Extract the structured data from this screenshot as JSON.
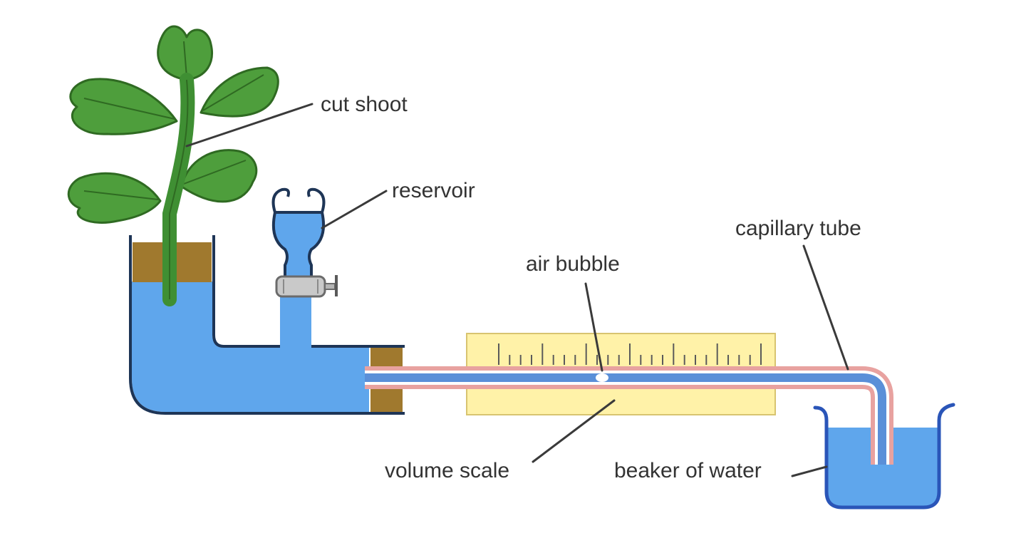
{
  "labels": {
    "cut_shoot": "cut shoot",
    "reservoir": "reservoir",
    "capillary_tube": "capillary tube",
    "air_bubble": "air bubble",
    "volume_scale": "volume scale",
    "beaker_of_water": "beaker of water"
  },
  "colors": {
    "water": "#5fa6ec",
    "vessel_outline": "#1e3556",
    "leaf": "#4e9e3c",
    "leaf_vein": "#2f6a22",
    "stem": "#3f8f33",
    "cork": "#a0792e",
    "scale": "#fff2a8",
    "tube_wall": "#e8a2a0",
    "beaker_outline": "#2a55b8"
  },
  "icons": {
    "tap": "tap-icon",
    "bubble": "air-bubble-icon"
  }
}
